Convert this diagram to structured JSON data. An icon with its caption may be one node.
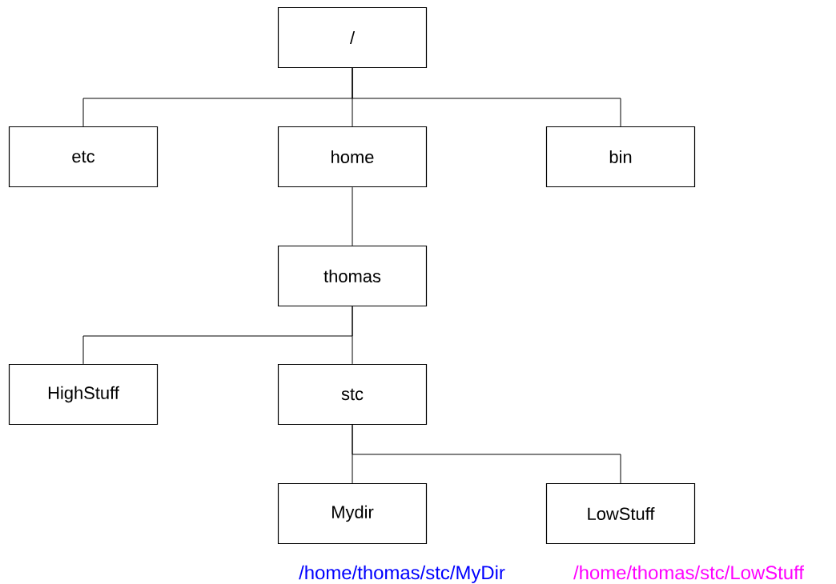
{
  "diagram": {
    "nodes": [
      {
        "text": [
          "/"
        ]
      },
      {
        "text": [
          "etc"
        ]
      },
      {
        "text": [
          "home"
        ]
      },
      {
        "text": [
          "bin"
        ]
      },
      {
        "text": [
          "thomas"
        ]
      },
      {
        "text": [
          "HighStuff"
        ]
      },
      {
        "text": [
          "stc"
        ]
      },
      {
        "text": [
          "Mydir"
        ]
      },
      {
        "text": [
          "LowStuff"
        ]
      }
    ],
    "edges": [
      {
        "from": 0,
        "to": 1,
        "arrow": "none"
      },
      {
        "from": 0,
        "to": 2,
        "arrow": "none"
      },
      {
        "from": 0,
        "to": 3,
        "arrow": "none"
      },
      {
        "from": 2,
        "to": 4,
        "arrow": "none"
      },
      {
        "from": 4,
        "to": 5,
        "arrow": "none"
      },
      {
        "from": 4,
        "to": 6,
        "arrow": "none"
      },
      {
        "from": 6,
        "to": 7,
        "arrow": "none"
      },
      {
        "from": 6,
        "to": 8,
        "arrow": "none"
      }
    ],
    "labels": [
      "/home/thomas/stc/MyDir",
      "/home/thomas/stc/LowStuff"
    ]
  }
}
